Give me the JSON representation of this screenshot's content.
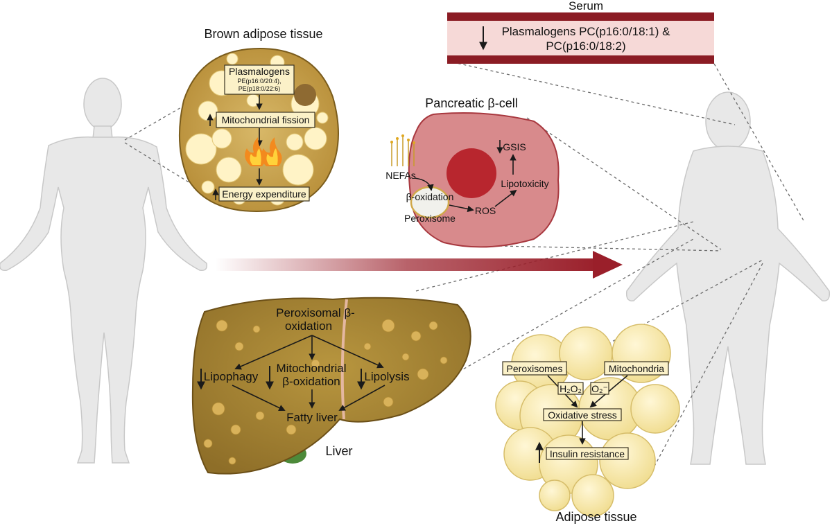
{
  "labels": {
    "serum": "Serum",
    "serum_line1": "Plasmalogens PC(p16:0/18:1) &",
    "serum_line2": "PC(p16:0/18:2)",
    "bat_title": "Brown adipose tissue",
    "bat_plasmalogens": "Plasmalogens",
    "bat_pe1": "PE(p16:0/20:4),",
    "bat_pe2": "PE(p18:0/22:6)",
    "bat_fission": "Mitochondrial fission",
    "bat_energy": "Energy expenditure",
    "beta_title": "Pancreatic β-cell",
    "beta_gsis": "GSIS",
    "beta_nefas": "NEFAs",
    "beta_lipotox": "Lipotoxicity",
    "beta_box": "β-oxidation",
    "beta_ros": "ROS",
    "beta_perox": "Peroxisome",
    "liver_title": "Liver",
    "liver_pbo1": "Peroxisomal β-",
    "liver_pbo2": "oxidation",
    "liver_lipophagy": "Lipophagy",
    "liver_mito1": "Mitochondrial",
    "liver_mito2": "β-oxidation",
    "liver_lipolysis": "Lipolysis",
    "liver_fatty": "Fatty liver",
    "adi_title": "Adipose tissue",
    "adi_perox": "Peroxisomes",
    "adi_mito": "Mitochondria",
    "adi_h2o2": "H₂O₂",
    "adi_o2": "O₂⁻",
    "adi_ox": "Oxidative stress",
    "adi_insulin": "Insulin resistance"
  },
  "icons": {
    "down": "down-arrow-icon",
    "up": "up-arrow-icon",
    "flame": "flame-icon"
  },
  "colors": {
    "serum_band": "#8b1c24",
    "serum_fill": "#f6d9d7",
    "bat_cell": "#c9a24a",
    "liver": "#a98739",
    "beta_cell": "#d88a8c",
    "nucleus": "#b8262e",
    "adipocyte": "#f6e7a8",
    "transition_arrow": "#9a1f2a"
  }
}
